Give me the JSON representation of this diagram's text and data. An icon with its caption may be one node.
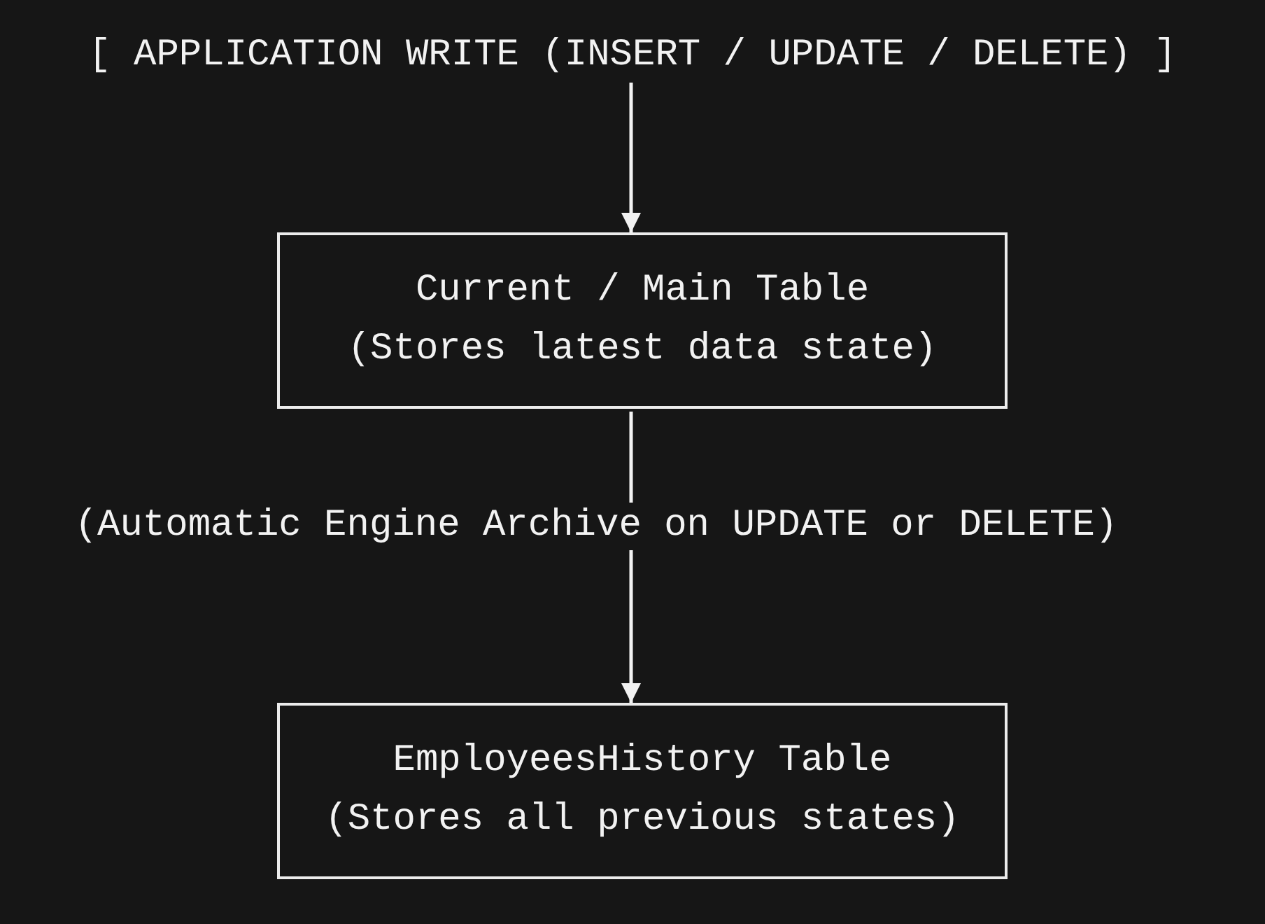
{
  "diagram": {
    "nodes": [
      {
        "text": [
          "[ APPLICATION WRITE (INSERT / UPDATE / DELETE) ]"
        ]
      },
      {
        "text": [
          "Current / Main Table",
          "(Stores latest data state)"
        ]
      },
      {
        "text": [
          "EmployeesHistory Table",
          "(Stores all previous states)"
        ]
      }
    ],
    "edges": [
      {
        "from": 0,
        "to": 1,
        "arrow": "to"
      },
      {
        "from": 1,
        "to": 2,
        "arrow": "to",
        "label": "(Automatic Engine Archive on UPDATE or DELETE)"
      }
    ]
  }
}
